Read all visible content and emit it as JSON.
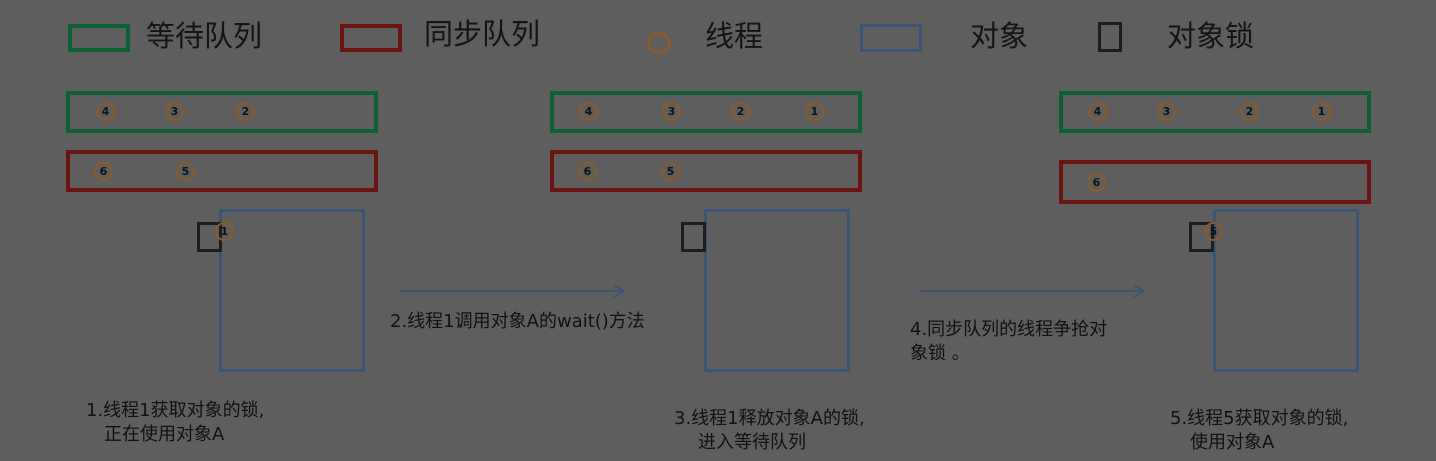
{
  "colors": {
    "wait_queue": "#0f5e35",
    "sync_queue": "#6b1414",
    "thread": "#8a5a2a",
    "object": "#3b5573",
    "lock": "#1d1d1d"
  },
  "legend": {
    "wait_queue": "等待队列",
    "sync_queue": "同步队列",
    "thread": "线程",
    "object": "对象",
    "lock": "对象锁"
  },
  "stages": [
    {
      "wait_threads": [
        "4",
        "3",
        "2"
      ],
      "sync_threads": [
        "6",
        "5"
      ],
      "lock_holder": "1",
      "caption": [
        "1.线程1获取对象的锁,",
        "正在使用对象A"
      ]
    },
    {
      "wait_threads": [
        "4",
        "3",
        "2",
        "1"
      ],
      "sync_threads": [
        "6",
        "5"
      ],
      "lock_holder": "",
      "caption": [
        "3.线程1释放对象A的锁,",
        "进入等待队列"
      ]
    },
    {
      "wait_threads": [
        "4",
        "3",
        "2",
        "1"
      ],
      "sync_threads": [
        "6"
      ],
      "lock_holder": "5",
      "caption": [
        "5.线程5获取对象的锁,",
        "使用对象A"
      ]
    }
  ],
  "transitions": [
    {
      "label": [
        "2.线程1调用对象A的wait()方法"
      ]
    },
    {
      "label": [
        "4.同步队列的线程争抢对",
        "象锁 。"
      ]
    }
  ]
}
